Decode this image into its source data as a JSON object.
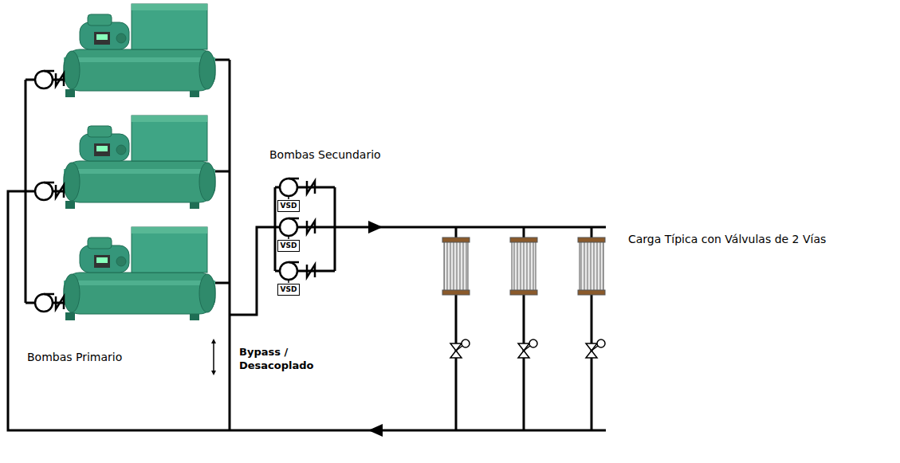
{
  "diagram": {
    "nodes": [
      {
        "text": [
          "VSD"
        ]
      },
      {
        "text": [
          "VSD"
        ]
      },
      {
        "text": [
          "VSD"
        ]
      }
    ],
    "labels": [
      "Bombas Secundario",
      "Carga Típica con Válvulas de 2 Vías",
      "Bombas Primario",
      "Bypass / Desacoplado"
    ]
  }
}
